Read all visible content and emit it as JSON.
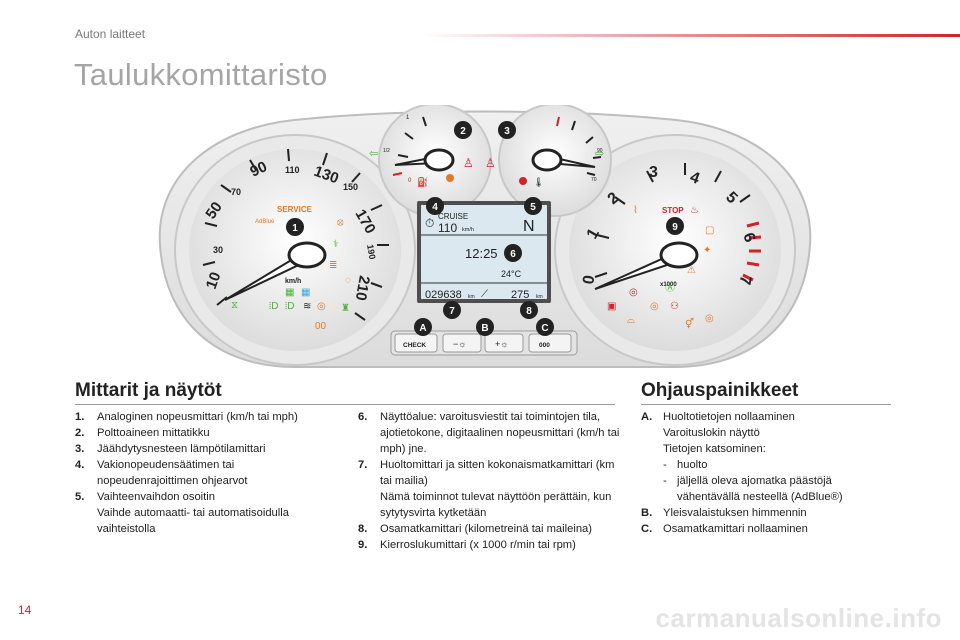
{
  "header": {
    "section": "Auton laitteet"
  },
  "page_title": "Taulukkomittaristo",
  "diagram": {
    "callouts": [
      "1",
      "2",
      "3",
      "4",
      "5",
      "6",
      "7",
      "8",
      "9",
      "A",
      "B",
      "C"
    ],
    "speedo_ticks": [
      "10",
      "30",
      "50",
      "70",
      "90",
      "110",
      "130",
      "150",
      "170",
      "190",
      "210"
    ],
    "speedo_unit": "km/h",
    "service_label": "SERVICE",
    "adblue_label": "AdBlue",
    "rev_ticks": [
      "0",
      "1",
      "2",
      "3",
      "4",
      "5",
      "6",
      "7"
    ],
    "rev_unit": "x1000",
    "stop_label": "STOP",
    "fuel_labels": [
      "0",
      "1/2",
      "1"
    ],
    "temp_labels": [
      "70",
      "90"
    ],
    "display": {
      "cruise_label": "CRUISE",
      "cruise_speed": "110",
      "cruise_unit": "km/h",
      "gear": "N",
      "time": "12:25",
      "temp": "24°C",
      "odometer": "029638",
      "odo_unit": "km",
      "range": "275",
      "range_unit": "km"
    },
    "buttons": {
      "check": "CHECK",
      "minus": "−☼",
      "plus": "+☼",
      "zero": "000"
    }
  },
  "section_gauges": {
    "title": "Mittarit ja näytöt",
    "items": [
      {
        "num": "1.",
        "text": "Analoginen nopeusmittari (km/h tai mph)"
      },
      {
        "num": "2.",
        "text": "Polttoaineen mittatikku"
      },
      {
        "num": "3.",
        "text": "Jäähdytysnesteen lämpötilamittari"
      },
      {
        "num": "4.",
        "text": "Vakionopeudensäätimen tai nopeudenrajoittimen ohjearvot"
      },
      {
        "num": "5.",
        "text": "Vaihteenvaihdon osoitin\nVaihde automaatti- tai automatisoidulla vaihteistolla"
      }
    ],
    "items2": [
      {
        "num": "6.",
        "text": "Näyttöalue: varoitusviestit tai toimintojen tila, ajotietokone, digitaalinen nopeusmittari (km/h tai mph) jne."
      },
      {
        "num": "7.",
        "text": "Huoltomittari ja sitten kokonaismatkamittari (km tai mailia)\nNämä toiminnot tulevat näyttöön perättäin, kun sytytysvirta kytketään"
      },
      {
        "num": "8.",
        "text": "Osamatkamittari (kilometreinä tai maileina)"
      },
      {
        "num": "9.",
        "text": "Kierroslukumittari (x 1000 r/min tai rpm)"
      }
    ]
  },
  "section_controls": {
    "title": "Ohjauspainikkeet",
    "a_num": "A.",
    "a_line1": "Huoltotietojen nollaaminen",
    "a_line2": "Varoituslokin näyttö",
    "a_line3": "Tietojen katsominen:",
    "a_sub1": "huolto",
    "a_sub2_1": "jäljellä oleva ajomatka päästöjä",
    "a_sub2_2": "vähentävällä nesteellä (AdBlue®)",
    "b_num": "B.",
    "b_text": "Yleisvalaistuksen himmennin",
    "c_num": "C.",
    "c_text": "Osamatkamittari nollaaminen"
  },
  "footer": {
    "page_number": "14",
    "watermark": "carmanualsonline.info"
  }
}
